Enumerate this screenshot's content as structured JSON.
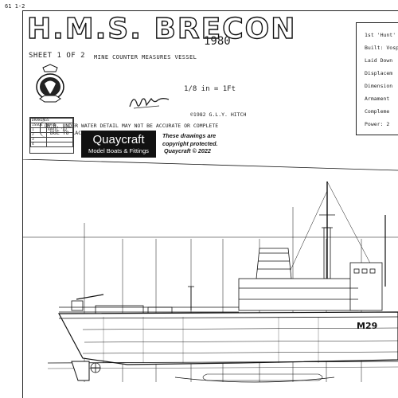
{
  "sheet_ref": "61 1-2",
  "header": {
    "title": "H.M.S. BRECON",
    "year": "1980",
    "sheet": "SHEET 1 OF 2",
    "vessel_type": "MINE COUNTER MEASURES VESSEL",
    "scale": "1/8 in = 1Ft",
    "copyright": "©1982 G.L.Y. HITCH"
  },
  "note": {
    "line1": "(N.B. UNDER WATER DETAIL MAY NOT BE ACCURATE OR COMPLETE",
    "line2": "DUE TO LACK OF INFORMATION)"
  },
  "drawings_table": {
    "heading": "DRAWINGS",
    "columns": [
      "ISSUE",
      "DATE"
    ],
    "rows": [
      [
        "1",
        "APRIL '82"
      ],
      [
        "2",
        ""
      ],
      [
        "3",
        ""
      ],
      [
        "4",
        ""
      ]
    ]
  },
  "watermark": {
    "brand": "Quaycraft",
    "subtitle": "Model Boats & Fittings",
    "protection_lines": [
      "These drawings are",
      "copyright protected.",
      "Quaycraft © 2022"
    ]
  },
  "specs": [
    "1st 'Hunt'",
    "Built: Vosp",
    "Laid Down",
    "Displacem",
    "Dimension",
    "Armament",
    "Compleme",
    "Power: 2"
  ],
  "hull_number": "M29"
}
